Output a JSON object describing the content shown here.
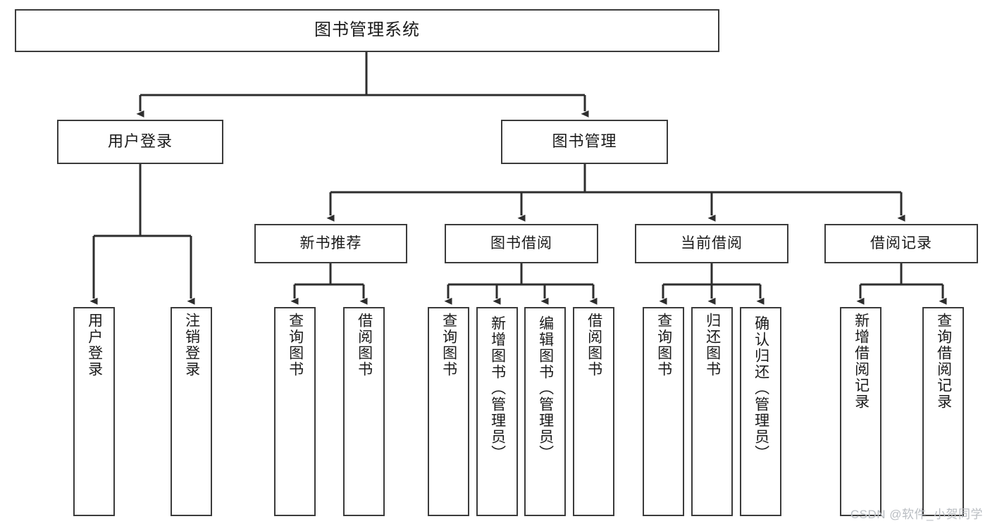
{
  "diagram": {
    "title": "图书管理系统",
    "type": "hierarchy-tree",
    "orientation": "top-down",
    "colors": {
      "box_border": "#3b3b3b",
      "box_fill": "#ffffff",
      "connector": "#2e2e2e",
      "text": "#1a1a1a",
      "watermark": "#b9bdc2"
    }
  },
  "nodes": {
    "root": {
      "label": "图书管理系统",
      "level": 1
    },
    "level2": [
      {
        "label": "用户登录",
        "level": 2
      },
      {
        "label": "图书管理",
        "level": 2
      }
    ],
    "level3": [
      {
        "label": "新书推荐",
        "level": 3,
        "parent": "图书管理"
      },
      {
        "label": "图书借阅",
        "level": 3,
        "parent": "图书管理"
      },
      {
        "label": "当前借阅",
        "level": 3,
        "parent": "图书管理"
      },
      {
        "label": "借阅记录",
        "level": 3,
        "parent": "图书管理"
      }
    ],
    "leaves": {
      "user_login": [
        {
          "label": "用户登录"
        },
        {
          "label": "注销登录"
        }
      ],
      "new_book_recommend": [
        {
          "label": "查询图书"
        },
        {
          "label": "借阅图书"
        }
      ],
      "book_borrow": [
        {
          "label": "查询图书"
        },
        {
          "label": "新增图书（管理员）"
        },
        {
          "label": "编辑图书（管理员）"
        },
        {
          "label": "借阅图书"
        }
      ],
      "current_borrow": [
        {
          "label": "查询图书"
        },
        {
          "label": "归还图书"
        },
        {
          "label": "确认归还（管理员）"
        }
      ],
      "borrow_record": [
        {
          "label": "新增借阅记录"
        },
        {
          "label": "查询借阅记录"
        }
      ]
    }
  },
  "watermark": {
    "text": "CSDN @软件_小贺同学"
  }
}
